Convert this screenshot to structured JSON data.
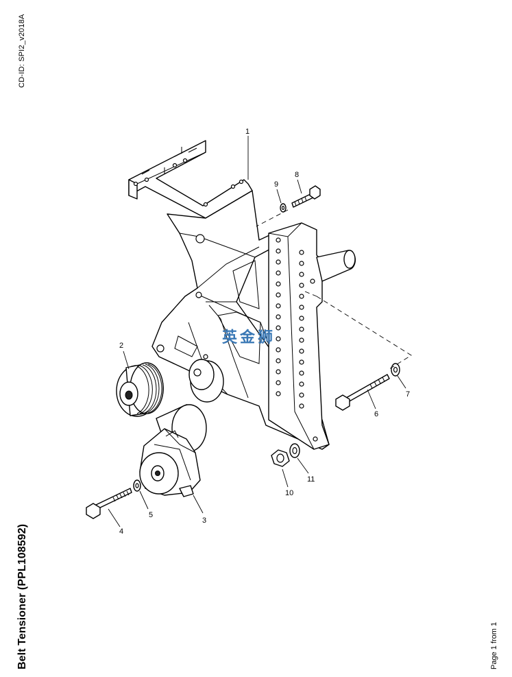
{
  "header": {
    "cd_id": "CD-ID: SPI2_v2018A"
  },
  "title": "Belt Tensioner (PPL108592)",
  "footer": {
    "page": "Page 1 from 1"
  },
  "watermark": "英金狮",
  "callouts": [
    "1",
    "2",
    "3",
    "4",
    "5",
    "6",
    "7",
    "8",
    "9",
    "10",
    "11"
  ]
}
